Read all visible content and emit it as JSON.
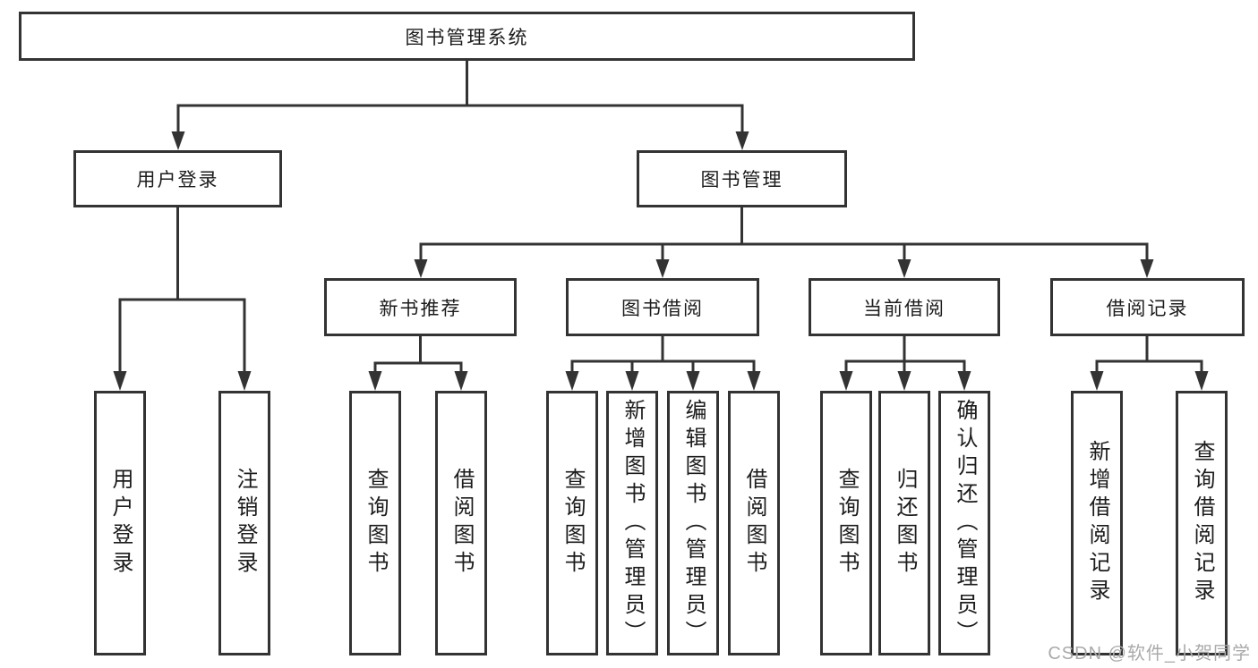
{
  "tree": {
    "root": {
      "label": "图书管理系统",
      "children": [
        {
          "label": "用户登录",
          "children": [
            {
              "label": "用户登录"
            },
            {
              "label": "注销登录"
            }
          ]
        },
        {
          "label": "图书管理",
          "children": [
            {
              "label": "新书推荐",
              "children": [
                {
                  "label": "查询图书"
                },
                {
                  "label": "借阅图书"
                }
              ]
            },
            {
              "label": "图书借阅",
              "children": [
                {
                  "label": "查询图书"
                },
                {
                  "label": "新增图书（管理员）"
                },
                {
                  "label": "编辑图书（管理员）"
                },
                {
                  "label": "借阅图书"
                }
              ]
            },
            {
              "label": "当前借阅",
              "children": [
                {
                  "label": "查询图书"
                },
                {
                  "label": "归还图书"
                },
                {
                  "label": "确认归还（管理员）"
                }
              ]
            },
            {
              "label": "借阅记录",
              "children": [
                {
                  "label": "新增借阅记录"
                },
                {
                  "label": "查询借阅记录"
                }
              ]
            }
          ]
        }
      ]
    }
  },
  "watermark": {
    "text": "CSDN @软件_小贺同学"
  },
  "colors": {
    "line": "#333333",
    "text": "#1c1c1c",
    "background": "#ffffff",
    "watermark": "#aaaaaa"
  }
}
